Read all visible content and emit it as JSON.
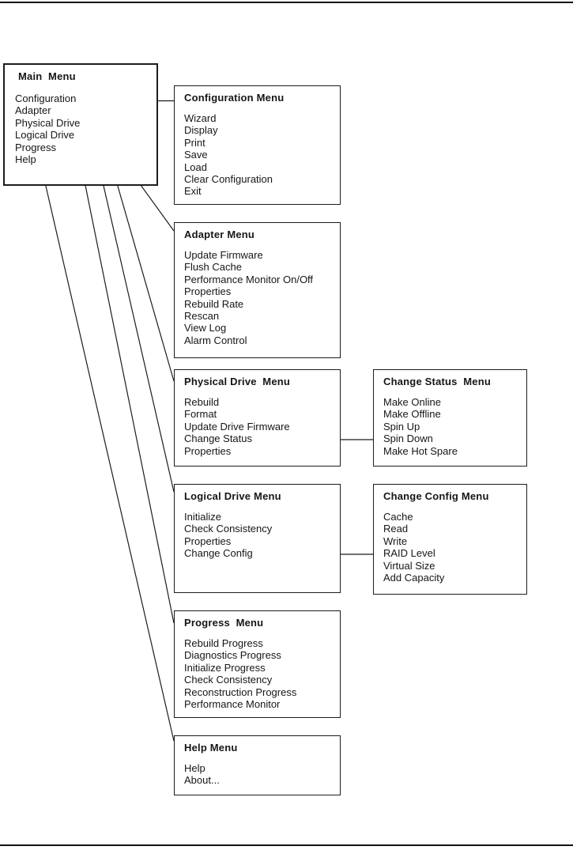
{
  "page": {
    "background": "#ffffff",
    "rule_color": "#111111",
    "line_color": "#1c1c1c"
  },
  "menus": {
    "main": {
      "title": "Main  Menu",
      "items": [
        "Configuration",
        "Adapter",
        "Physical Drive",
        "Logical Drive",
        "Progress",
        "Help"
      ]
    },
    "configuration": {
      "title": "Configuration Menu",
      "items": [
        "Wizard",
        "Display",
        "Print",
        "Save",
        "Load",
        "Clear Configuration",
        "Exit"
      ]
    },
    "adapter": {
      "title": "Adapter Menu",
      "items": [
        "Update Firmware",
        "Flush Cache",
        "Performance Monitor On/Off",
        "Properties",
        "Rebuild Rate",
        "Rescan",
        "View Log",
        "Alarm Control"
      ]
    },
    "physical_drive": {
      "title": "Physical Drive  Menu",
      "items": [
        "Rebuild",
        "Format",
        "Update Drive Firmware",
        "Change Status",
        "Properties"
      ]
    },
    "change_status": {
      "title": "Change Status  Menu",
      "items": [
        "Make Online",
        "Make Offline",
        "Spin Up",
        "Spin Down",
        "Make Hot Spare"
      ]
    },
    "logical_drive": {
      "title": "Logical Drive Menu",
      "items": [
        "Initialize",
        "Check Consistency",
        "Properties",
        "Change Config"
      ]
    },
    "change_config": {
      "title": "Change Config Menu",
      "items": [
        "Cache",
        "Read",
        "Write",
        "RAID Level",
        "Virtual Size",
        "Add Capacity"
      ]
    },
    "progress": {
      "title": "Progress  Menu",
      "items": [
        "Rebuild Progress",
        "Diagnostics Progress",
        "Initialize Progress",
        "Check Consistency",
        "Reconstruction Progress",
        "Performance Monitor"
      ]
    },
    "help": {
      "title": "Help Menu",
      "items": [
        "Help",
        "About..."
      ]
    }
  },
  "connections": [
    {
      "from": "Main Menu / Configuration",
      "to": "Configuration Menu"
    },
    {
      "from": "Main Menu / Adapter",
      "to": "Adapter Menu"
    },
    {
      "from": "Main Menu / Physical Drive",
      "to": "Physical Drive Menu"
    },
    {
      "from": "Main Menu / Logical Drive",
      "to": "Logical Drive Menu"
    },
    {
      "from": "Main Menu / Progress",
      "to": "Progress Menu"
    },
    {
      "from": "Main Menu / Help",
      "to": "Help Menu"
    },
    {
      "from": "Physical Drive Menu / Change Status",
      "to": "Change Status Menu"
    },
    {
      "from": "Logical Drive Menu / Change Config",
      "to": "Change Config Menu"
    }
  ]
}
